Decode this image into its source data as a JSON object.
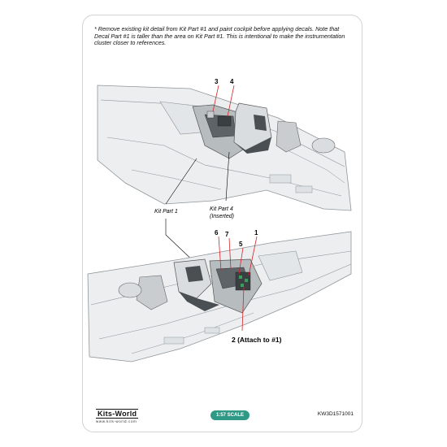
{
  "instructions": {
    "note": "* Remove existing kit detail from Kit Part #1 and paint cockpit before applying decals. Note that Decal Part #1 is taller than the area on Kit Part #1. This is intentional to make the instrumentation cluster closer to references."
  },
  "callouts": {
    "top": {
      "c3": "3",
      "c4": "4"
    },
    "bottom": {
      "c6": "6",
      "c7": "7",
      "c5": "5",
      "c1": "1",
      "c2": "2 (Attach to #1)"
    }
  },
  "labels": {
    "kit_part_1": "Kit Part 1",
    "kit_part_4": "Kit Part 4",
    "inserted": "(Inserted)"
  },
  "footer": {
    "logo": "Kits-World",
    "logo_url": "www.kits-world.com",
    "scale": "1:57 SCALE",
    "code": "KW3D1571001"
  },
  "colors": {
    "fuselage": "#eceeef",
    "panel_line": "#8e9599",
    "cockpit_wall": "#b7bcbf",
    "cockpit_dark": "#4a4f53",
    "decal_green": "#35a05a",
    "scale_badge": "#2e9a86",
    "callout_red": "#d8232a"
  }
}
